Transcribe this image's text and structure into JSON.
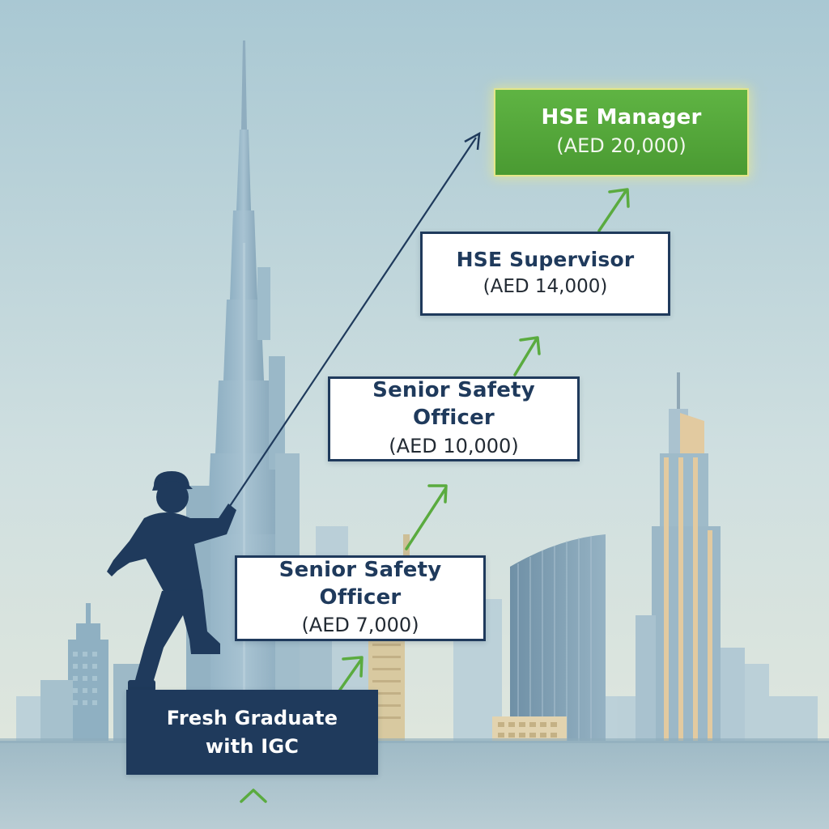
{
  "steps": [
    {
      "role": "Fresh Graduate",
      "role_line2": "with IGC"
    },
    {
      "role": "Senior Safety Officer",
      "salary": "(AED 7,000)"
    },
    {
      "role": "Senior Safety Officer",
      "salary": "(AED 10,000)"
    },
    {
      "role": "HSE Supervisor",
      "salary": "(AED 14,000)"
    },
    {
      "role": "HSE Manager",
      "salary": "(AED 20,000)"
    }
  ],
  "colors": {
    "navy": "#1f3a5c",
    "accent_green": "#5aab3f",
    "sky_top": "#a9c8d3",
    "sky_bottom": "#dfe6d8"
  },
  "icons": [
    "worker-silhouette",
    "dubai-skyline",
    "up-arrow",
    "chevron-up-icon"
  ]
}
